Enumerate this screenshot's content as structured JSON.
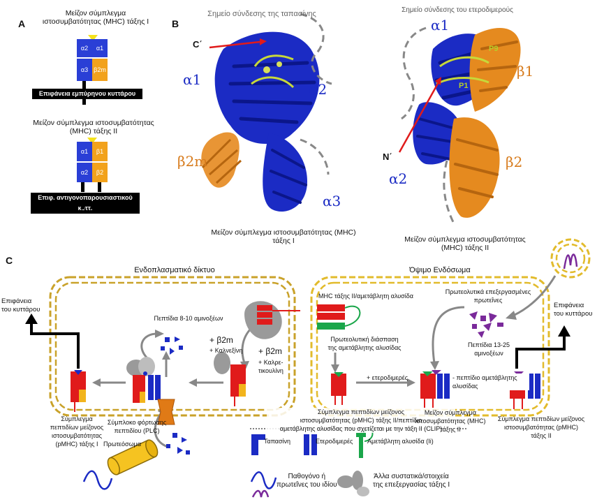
{
  "panels": {
    "a": "A",
    "b": "B",
    "c": "C"
  },
  "panel_a": {
    "class1_title": "Μείζον σύμπλεγμα\nιστοσυμβατότητας (MHC) τάξης Ι",
    "class1_domains": [
      "α2",
      "α1",
      "α3",
      "β2m"
    ],
    "class1_membrane": "Επιφάνεια εμπύρηνου κυττάρου",
    "class2_title": "Μείζον σύμπλεγμα ιστοσυμβατότητας\n(MHC) τάξης ΙΙ",
    "class2_domains": [
      "α1",
      "β1",
      "α2",
      "β2"
    ],
    "class2_membrane": "Επιφ. αντιγονοπαρουσιαστικού κυττ."
  },
  "panel_b": {
    "left_binding_site": "Σημείο σύνδεσης της ταπασίνης",
    "left_terminus": "C΄",
    "left_alpha1": "α1",
    "left_alpha2": "α2",
    "left_beta2m": "β2m",
    "left_alpha3": "α3",
    "left_caption": "Μείζον σύμπλεγμα ιστοσυμβατότητας (MHC)\nτάξης Ι",
    "right_binding_site": "Σημείο σύνδεσης του ετεροδιμερούς",
    "right_terminus": "N΄",
    "right_alpha1": "α1",
    "right_beta1": "β1",
    "right_alpha2": "α2",
    "right_beta2": "β2",
    "right_p9": "P9",
    "right_p1": "P1",
    "right_caption": "Μείζον σύμπλεγμα ιστοσυμβατότητας\n(MHC) τάξης ΙΙ"
  },
  "panel_c": {
    "er_title": "Ενδοπλασματικό δίκτυο",
    "le_title": "Όψιμο Ενδόσωμα",
    "cell_surface_left": "Επιφάνεια\nτου κυττάρου",
    "cell_surface_right": "Επιφάνεια\nτου κυττάρου",
    "peptides_8_10": "Πεπτίδια 8-10 αμινοξέων",
    "plus_b2m": "+ β2m",
    "plus_calnexin": "+ Καλνεξίνη",
    "plus_b2m_2": "+ β2m",
    "plus_calreticulin": "+ Καλρε-\nτικουλίνη",
    "pmhc1": "Σύμπλεγμα\nπεπτιδίων μείζονος\nιστοσυμβατότητας\n(pMHC) τάξης Ι",
    "plc": "Σύμπλοκο φόρτωσης\nπεπτιδίου (PLC)",
    "proteasome": "Πρωτεόσωμα",
    "mhc2_invariant": "MHC τάξης ΙΙ/αμετάβλητη αλυσίδα",
    "proteolytic_cleavage": "Πρωτεολυτική διάσπαση\nτης αμετάβλητης αλυσίδας",
    "plus_heterodimers": "+ ετεροδιμερές",
    "minus_peptide": "- πεπτίδιο αμετάβλητης αλυσίδας",
    "processed_proteins": "Πρωτεολυτικά επεξεργασμένες\nπρωτεΐνες",
    "peptides_13_25": "Πεπτίδια 13-25\nαμινοξέων",
    "clip_complex": "Σύμπλεγμα πεπτιδίων μείζονος\nιστοσυμβατότητας (pMHC) τάξης ΙΙ/πεπτίδιο\nαμετάβλητης αλυσίδας που σχετίζεται με την τάξη ΙΙ (CLIP)",
    "mhc2_middle": "Μείζον σύμπλεγμα\nιστοσυμβατότητας (MHC) τάξης ΙΙ",
    "pmhc2": "Σύμπλεγμα πεπτιδίων μείζονος\nιστοσυμβατότητας (pMHC)\nτάξης ΙΙ",
    "legend": {
      "tapasin": "Ταπασίνη",
      "heterodimers": "Ετεροδιμερές",
      "invariant_chain": "Αμετάβλητη αλυσίδα (Ii)",
      "pathogen": "Παθογόνο ή\nπρωτεΐνες του ιδίου",
      "other_components": "Άλλα συστατικά/στοιχεία\nτης επεξεργασίας τάξης Ι"
    }
  },
  "colors": {
    "red": "#e01b1b",
    "yellow": "#f2b41c",
    "blue": "#1b2bc4",
    "orange": "#e58a1f",
    "green": "#1aa64a",
    "gold": "#c9a22a",
    "purple": "#7a2a9a",
    "gray": "#9a9a9a"
  }
}
